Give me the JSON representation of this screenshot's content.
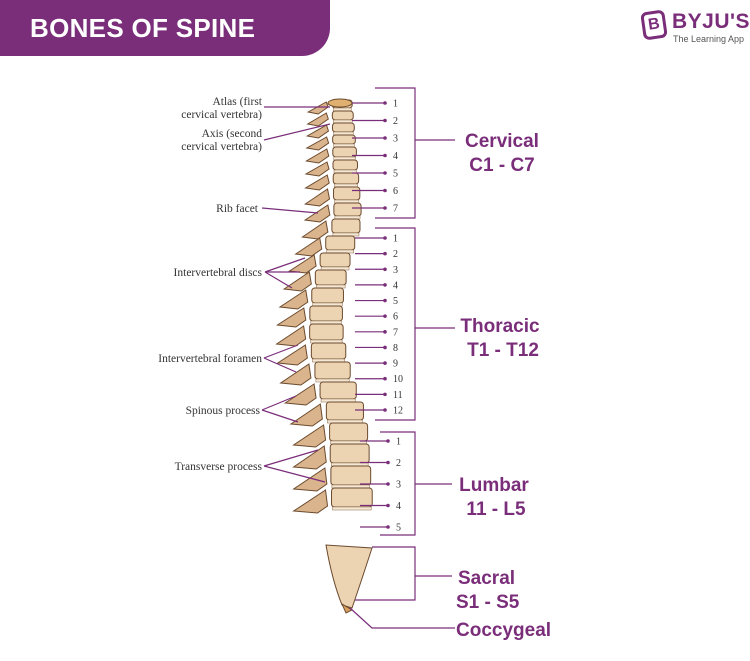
{
  "header": {
    "title": "BONES OF SPINE"
  },
  "brand": {
    "name": "BYJU'S",
    "tagline": "The Learning App",
    "color": "#7a2e7a"
  },
  "labels": {
    "atlas_1": "Atlas (first",
    "atlas_2": "cervical vertebra)",
    "axis_1": "Axis (second",
    "axis_2": "cervical vertebra)",
    "rib_facet": "Rib facet",
    "discs": "Intervertebral discs",
    "foramen": "Intervertebral foramen",
    "spinous": "Spinous process",
    "transverse": "Transverse process"
  },
  "regions": {
    "cervical": {
      "name": "Cervical",
      "range": "C1 - C7",
      "numbers": [
        "1",
        "2",
        "3",
        "4",
        "5",
        "6",
        "7"
      ]
    },
    "thoracic": {
      "name": "Thoracic",
      "range": "T1 - T12",
      "numbers": [
        "1",
        "2",
        "3",
        "4",
        "5",
        "6",
        "7",
        "8",
        "9",
        "10",
        "11",
        "12"
      ]
    },
    "lumbar": {
      "name": "Lumbar",
      "range": "11 - L5",
      "numbers": [
        "1",
        "2",
        "3",
        "4",
        "5"
      ]
    },
    "sacral": {
      "name": "Sacral",
      "range": "S1 - S5"
    },
    "coccygeal": {
      "name": "Coccygeal"
    }
  }
}
